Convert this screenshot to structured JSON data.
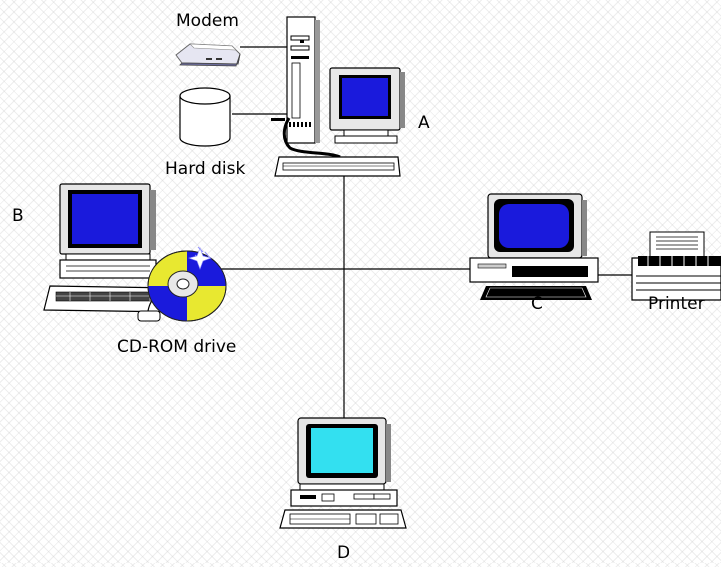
{
  "labels": {
    "modem": "Modem",
    "hard_disk": "Hard disk",
    "computer_a": "A",
    "computer_b": "B",
    "computer_c": "C",
    "computer_d": "D",
    "cdrom": "CD-ROM drive",
    "printer": "Printer"
  },
  "colors": {
    "screen_blue": "#1a1adc",
    "screen_cyan": "#33e0f0",
    "cd_yellow": "#e8e830",
    "cd_blue": "#1a1adc",
    "line": "#000000",
    "case_gray": "#d8d8d8"
  },
  "nodes": {
    "server": "Computer A with modem and hard disk",
    "b": "Computer B with CD-ROM drive",
    "c": "Computer C with printer",
    "d": "Computer D"
  }
}
